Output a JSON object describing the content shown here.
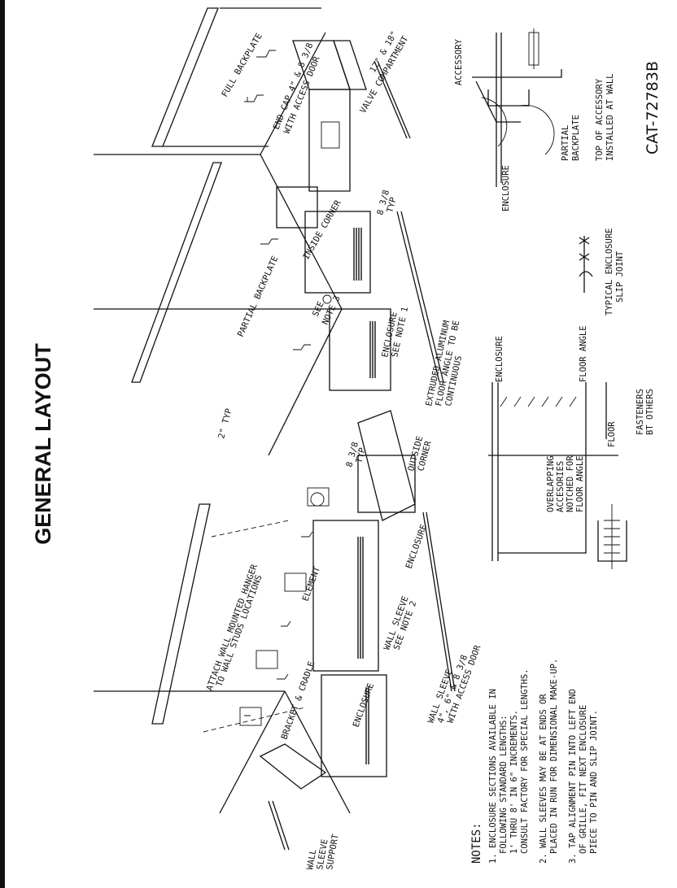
{
  "title": "GENERAL LAYOUT",
  "catalog_number": "CAT-72783B",
  "notes": {
    "heading": "NOTES:",
    "lines": [
      "1. ENCLOSURE SECTIONS AVAILABLE IN",
      "FOLLOWING STANDARD LENGTHS:",
      "1' THRU 8' IN 6\" INCREMENTS.",
      "CONSULT FACTORY FOR SPECIAL LENGTHS.",
      "2. WALL SLEEVES MAY BE AT ENDS OR",
      "PLACED IN RUN FOR DIMENSIONAL MAKE-UP.",
      "3. TAP ALIGNMENT PIN INTO LEFT END",
      "OF GRILLE, FIT NEXT ENCLOSURE",
      "PIECE TO PIN AND SLIP JOINT."
    ]
  },
  "labels": {
    "full_backplate": "FULL BACKPLATE",
    "valve_compartment": "VALVE COMPARTMENT",
    "valve_sizes": "12\" & 18\"",
    "end_cap_1": "END CAP 4\" & 8 3/8",
    "end_cap_2": "WITH ACCESS DOOR",
    "partial_backplate": "PARTIAL BACKPLATE",
    "inside_corner": "INSIDE CORNER",
    "dim_typ_1": "8 3/8",
    "dim_typ_2": "TYP",
    "see_note_3a": "SEE",
    "see_note_3b": "NOTE 3",
    "enclosure_note_1a": "ENCLOSURE",
    "enclosure_note_1b": "SEE NOTE 1",
    "angle_1": "EXTRUDED ALUMINUM",
    "angle_2": "FLOOR ANGLE TO BE",
    "angle_3": "CONTINUOUS",
    "two_inch_typ": "2\" TYP",
    "outside_corner_1": "OUTSIDE",
    "outside_corner_2": "CORNER",
    "dim_out_1": "8 3/8",
    "dim_out_2": "TYP",
    "attach_1": "ATTACH WALL MOUNTED HANGER",
    "attach_2": "TO WALL STUDS LOCATIONS",
    "element": "ELEMENT",
    "enclosure": "ENCLOSURE",
    "wall_sleeve_n2a": "WALL SLEEVE",
    "wall_sleeve_n2b": "SEE NOTE 2",
    "bracket_cradle": "BRACKET & CRADLE",
    "enclosure_left": "ENCLOSURE",
    "wall_sleeve_a": "WALL SLEEVE",
    "wall_sleeve_b": "4\", 6\" & 8 3/8",
    "wall_sleeve_c": "WITH ACCESS DOOR",
    "ws_support_1": "WALL",
    "ws_support_2": "SLEEVE",
    "ws_support_3": "SUPPORT",
    "accessory": "ACCESSORY",
    "enclosure_detail": "ENCLOSURE",
    "partial_bp_1": "PARTIAL",
    "partial_bp_2": "BACKPLATE",
    "top_acc_1": "TOP OF ACCESSORY",
    "top_acc_2": "INSTALLED AT WALL",
    "slip_joint_1": "TYPICAL ENCLOSURE",
    "slip_joint_2": "SLIP JOINT",
    "sec_enclosure": "ENCLOSURE",
    "floor_angle": "FLOOR ANGLE",
    "floor": "FLOOR",
    "overlap_1": "OVERLAPPING",
    "overlap_2": "ACCESORIES",
    "overlap_3": "NOTCHED FOR",
    "overlap_4": "FLOOR ANGLE",
    "fasteners_1": "FASTENERS",
    "fasteners_2": "BT OTHERS"
  }
}
